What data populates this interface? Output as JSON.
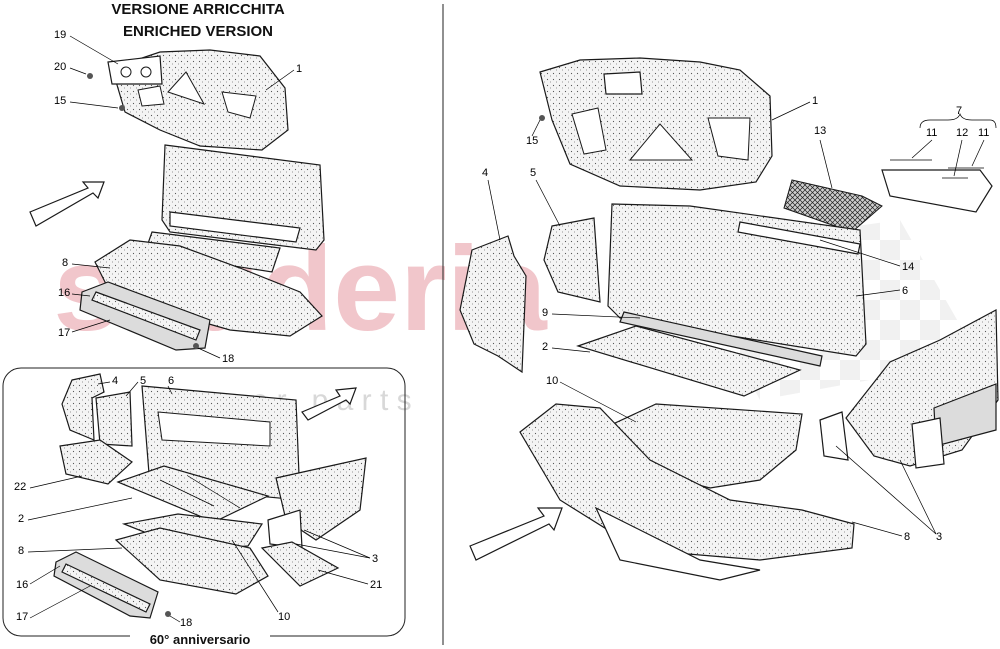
{
  "header": {
    "line1": "VERSIONE ARRICCHITA",
    "line2": "ENRICHED VERSION"
  },
  "footer": {
    "anniversary_label": "60° anniversario"
  },
  "watermark": {
    "brand": "scuderia",
    "subtitle": "c a r   p a r t s",
    "color": "#e8a0a8"
  },
  "callouts": {
    "top_left": [
      "19",
      "20",
      "1",
      "15",
      "8",
      "16",
      "17",
      "18"
    ],
    "bottom_left": [
      "4",
      "5",
      "6",
      "22",
      "2",
      "8",
      "16",
      "17",
      "18",
      "10",
      "3",
      "21"
    ],
    "right": [
      "1",
      "15",
      "13",
      "7",
      "11",
      "12",
      "11",
      "4",
      "5",
      "14",
      "6",
      "9",
      "2",
      "10",
      "3",
      "8"
    ]
  },
  "icons": [
    "direction-arrow-icon",
    "direction-arrow-icon",
    "direction-arrow-icon"
  ]
}
